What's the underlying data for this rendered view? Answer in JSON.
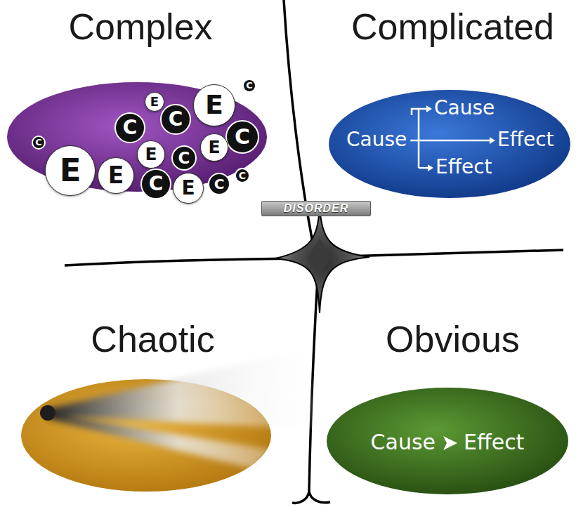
{
  "diagram": {
    "nodes": [
      {
        "text": [
          "Complex"
        ]
      },
      {
        "text": [
          "Complicated"
        ]
      },
      {
        "text": [
          "DISORDER"
        ]
      },
      {
        "text": [
          "Chaotic"
        ]
      },
      {
        "text": [
          "Obvious"
        ]
      }
    ],
    "labels": [
      "C",
      "E",
      "E",
      "C",
      "C",
      "C",
      "C",
      "E",
      "E",
      "C",
      "E",
      "E",
      "C",
      "C",
      "C",
      "E",
      "Cause",
      "Cause",
      "Effect",
      "Effect",
      "Cause",
      "Effect"
    ]
  }
}
